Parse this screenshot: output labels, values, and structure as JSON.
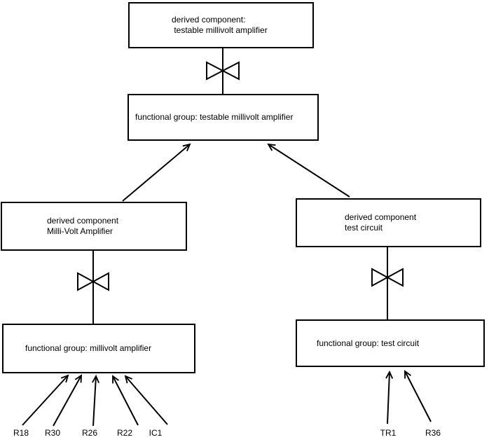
{
  "diagram": {
    "nodes": {
      "derived_testable": {
        "text": "derived component:\n testable millivolt amplifier"
      },
      "functional_testable": {
        "text": "functional group: testable millivolt amplifier"
      },
      "derived_millivolt": {
        "text": "derived component\nMilli-Volt Amplifier"
      },
      "functional_millivolt": {
        "text": "functional group: millivolt amplifier"
      },
      "derived_test": {
        "text": "derived component\ntest circuit"
      },
      "functional_test": {
        "text": "functional group: test circuit"
      }
    },
    "components": {
      "millivolt_amplifier": [
        "R18",
        "R30",
        "R26",
        "R22",
        "IC1"
      ],
      "test_circuit": [
        "TR1",
        "R36"
      ]
    },
    "colors": {
      "line": "#000000",
      "background": "#ffffff"
    }
  }
}
